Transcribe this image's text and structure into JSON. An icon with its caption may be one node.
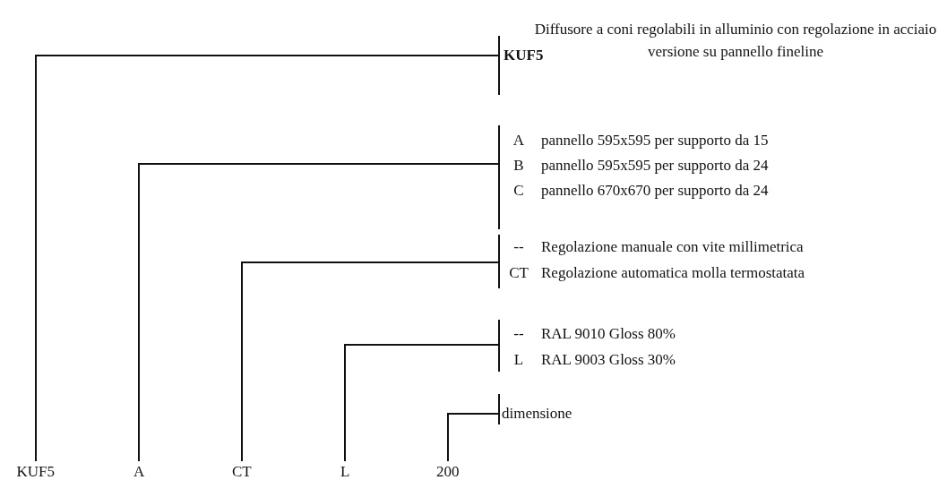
{
  "diagram": {
    "nodes": [
      {
        "text": [
          "KUF5"
        ]
      },
      {
        "text": [
          "A"
        ]
      },
      {
        "text": [
          "CT"
        ]
      },
      {
        "text": [
          "L"
        ]
      },
      {
        "text": [
          "200"
        ]
      },
      {
        "text": [
          "KUF5",
          "Diffusore a coni regolabili in alluminio con regolazione in acciaio versione su pannello fineline"
        ]
      },
      {
        "text": [
          "A",
          "pannello 595x595 per supporto da 15",
          "B",
          "pannello 595x595 per supporto da 24",
          "C",
          "pannello 670x670 per supporto da 24"
        ]
      },
      {
        "text": [
          "--",
          "Regolazione manuale con vite millimetrica",
          "CT",
          "Regolazione automatica molla termostatata"
        ]
      },
      {
        "text": [
          "--",
          "RAL 9010 Gloss 80%",
          "L",
          "RAL 9003 Gloss 30%"
        ]
      },
      {
        "text": [
          "dimensione"
        ]
      }
    ],
    "edges": [
      {
        "from": 0,
        "to": 5,
        "arrow": "none"
      },
      {
        "from": 1,
        "to": 6,
        "arrow": "none"
      },
      {
        "from": 2,
        "to": 7,
        "arrow": "none"
      },
      {
        "from": 3,
        "to": 8,
        "arrow": "none"
      },
      {
        "from": 4,
        "to": 9,
        "arrow": "none"
      }
    ]
  }
}
